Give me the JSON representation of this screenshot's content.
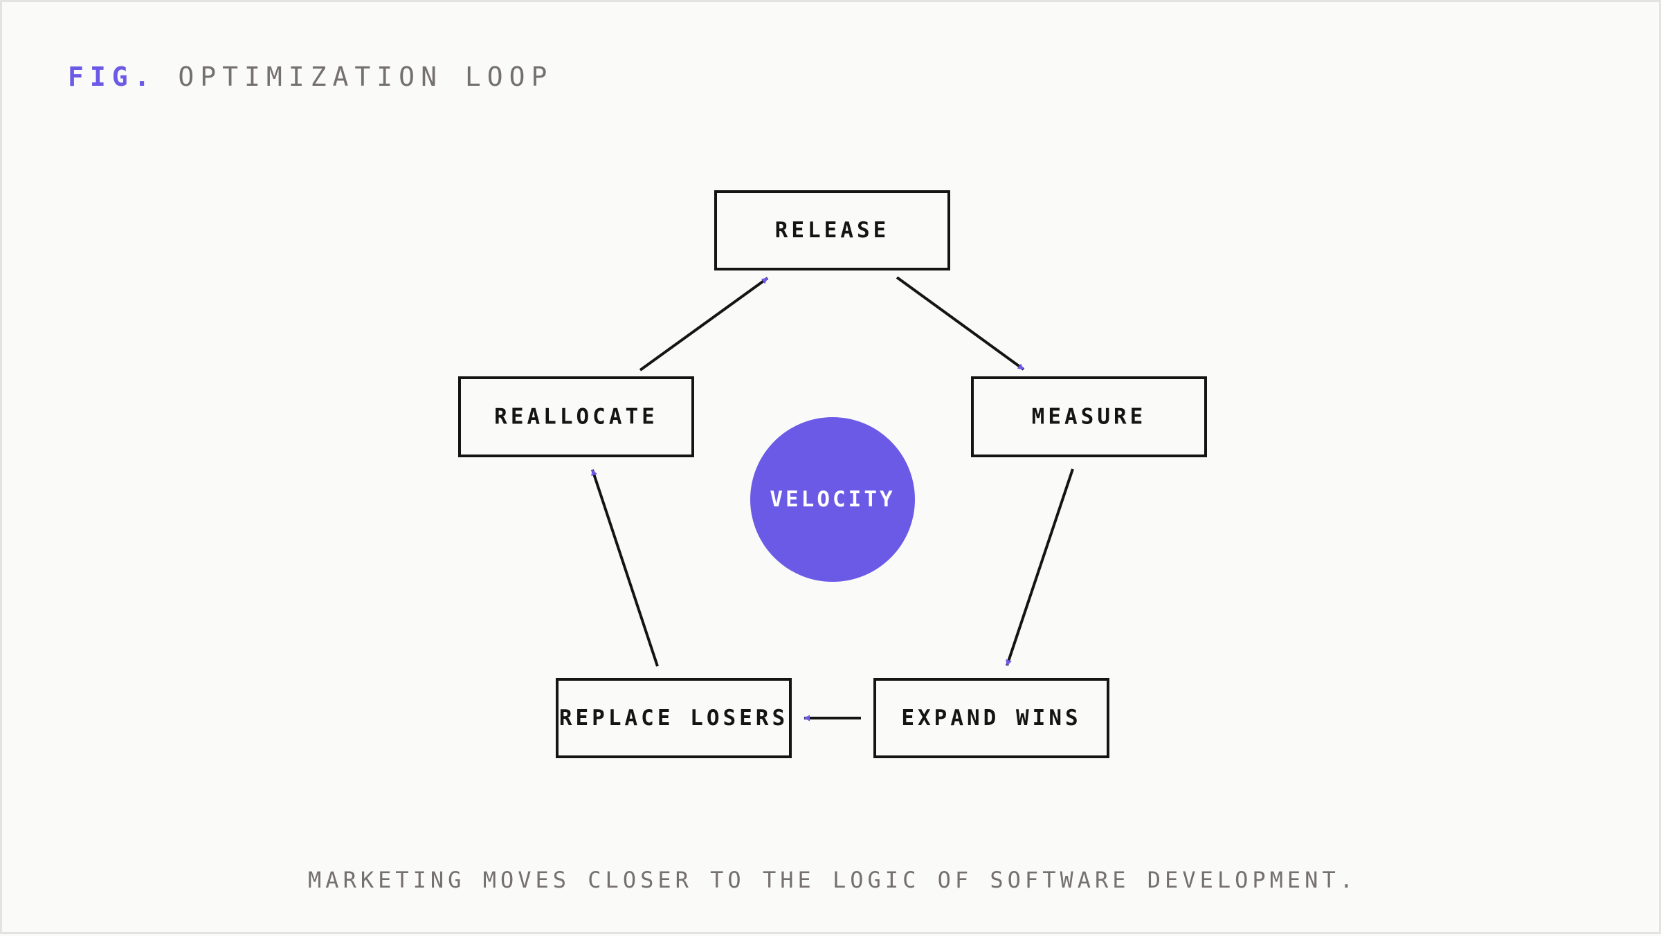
{
  "figure": {
    "prefix": "FIG.",
    "title": "OPTIMIZATION LOOP"
  },
  "diagram": {
    "hub": {
      "label": "VELOCITY",
      "color": "#6b5ae6"
    },
    "nodes": [
      {
        "id": "release",
        "label": "RELEASE"
      },
      {
        "id": "measure",
        "label": "MEASURE"
      },
      {
        "id": "expand",
        "label": "EXPAND WINS"
      },
      {
        "id": "replace",
        "label": "REPLACE LOSERS"
      },
      {
        "id": "reallocate",
        "label": "REALLOCATE"
      }
    ],
    "edges": [
      {
        "from": "release",
        "to": "measure"
      },
      {
        "from": "measure",
        "to": "expand"
      },
      {
        "from": "expand",
        "to": "replace"
      },
      {
        "from": "replace",
        "to": "reallocate"
      },
      {
        "from": "reallocate",
        "to": "release"
      }
    ],
    "colors": {
      "accent": "#6b5ae6",
      "stroke": "#141414",
      "muted": "#757070"
    }
  },
  "caption": "MARKETING MOVES CLOSER TO THE LOGIC OF SOFTWARE DEVELOPMENT."
}
